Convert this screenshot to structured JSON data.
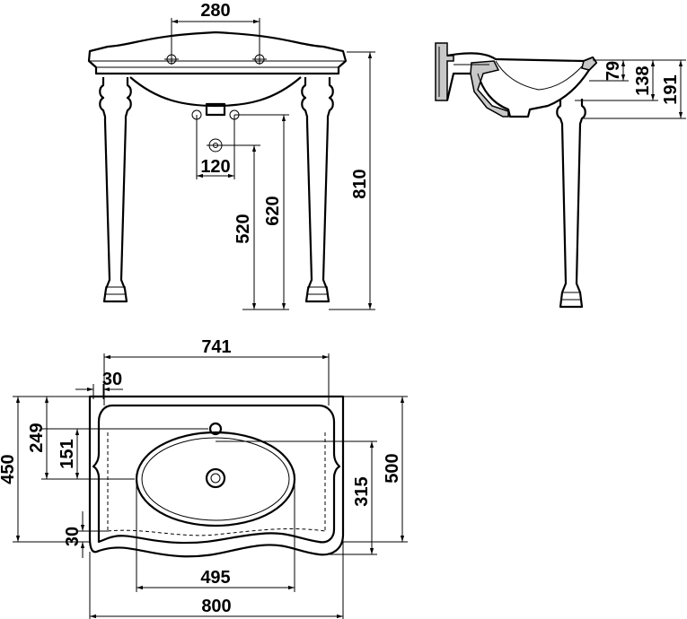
{
  "front_view": {
    "dims": {
      "tap_spacing": "280",
      "drain_spacing": "120",
      "drain_height": "520",
      "outlet_height": "620",
      "total_height": "810"
    }
  },
  "side_view": {
    "dims": {
      "bowl_depth": "79",
      "inner_depth": "138",
      "rim_height": "191"
    }
  },
  "top_view": {
    "dims": {
      "inner_width": "741",
      "edge_offset": "30",
      "tap_hole_distance": "249",
      "bowl_center_distance": "151",
      "overall_depth": "450",
      "bottom_offset": "30",
      "bowl_width": "495",
      "overall_width": "800",
      "bowl_depth": "315",
      "total_depth": "500"
    }
  }
}
